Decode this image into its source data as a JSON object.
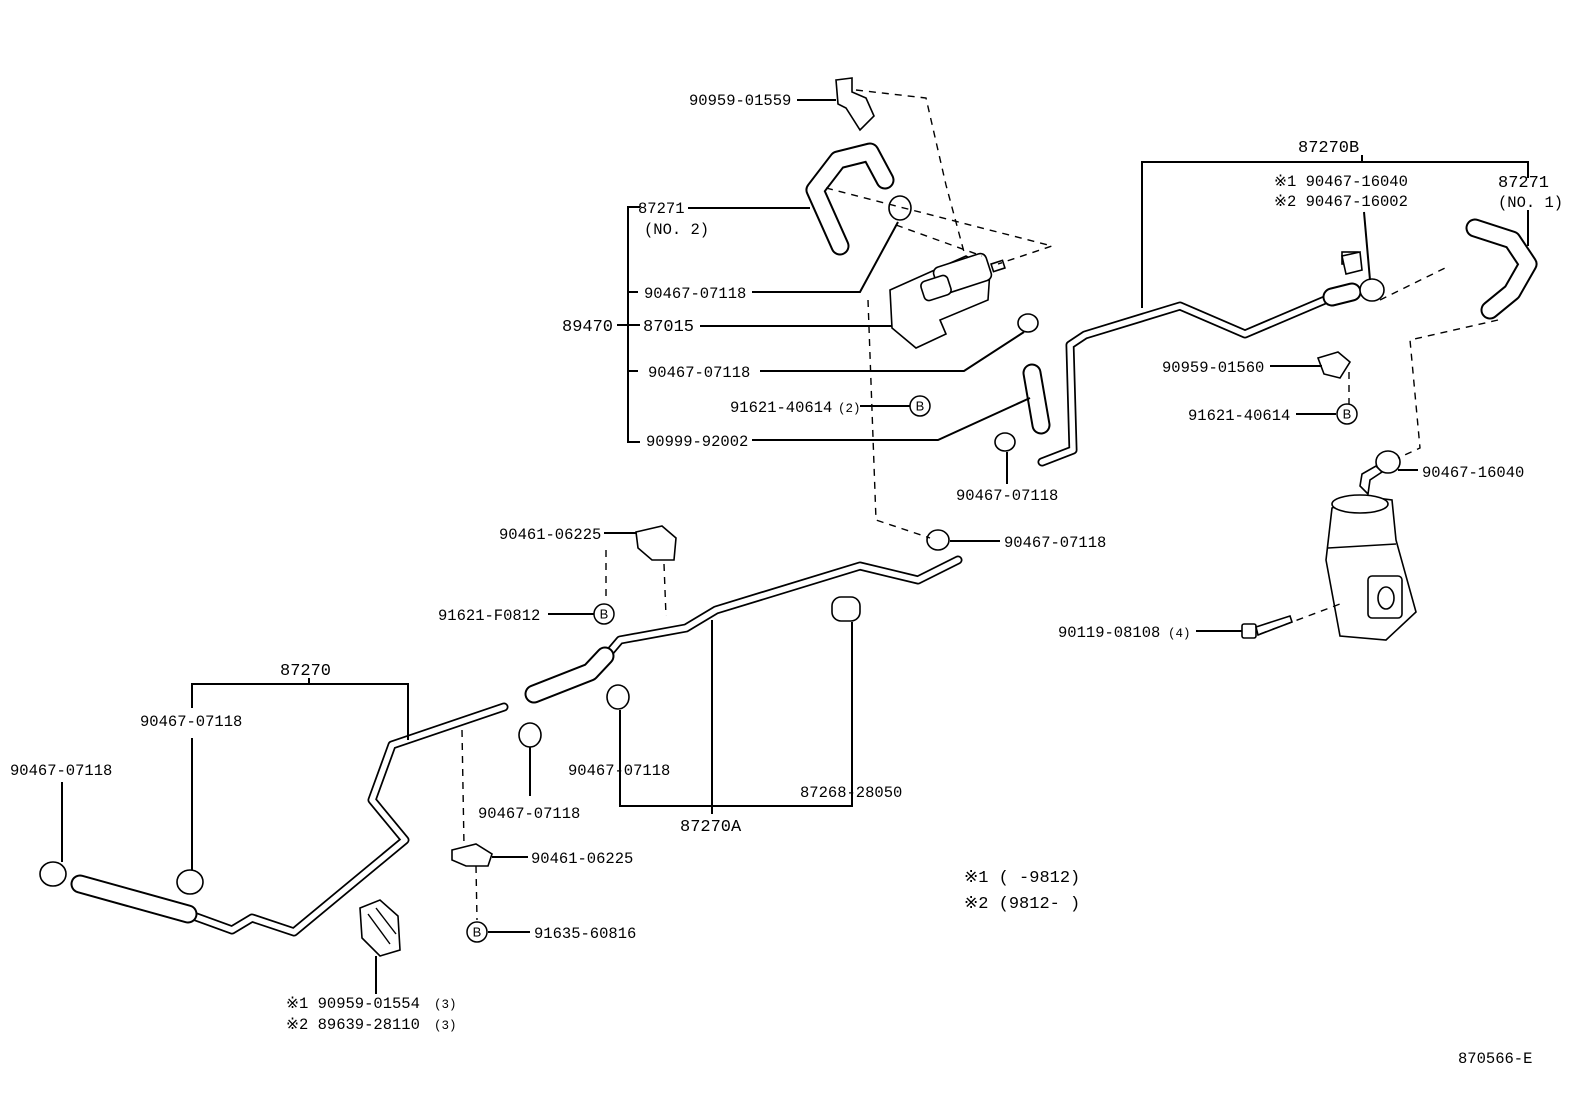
{
  "labels": {
    "p90959_01559": "90959-01559",
    "p87271_no2": "87271",
    "p87271_no2_sub": "(NO. 2)",
    "p90467_07118_a": "90467-07118",
    "p89470": "89470",
    "p87015": "87015",
    "p90467_07118_b": "90467-07118",
    "p91621_40614_2": "91621-40614",
    "p91621_40614_2_qty": "(2)",
    "p90999_92002": "90999-92002",
    "p87270B": "87270B",
    "p90467_16040_top": "※1 90467-16040",
    "p90467_16002": "※2 90467-16002",
    "p87271_no1": "87271",
    "p87271_no1_sub": "(NO. 1)",
    "p90959_01560": "90959-01560",
    "p91621_40614": "91621-40614",
    "p90467_07118_c": "90467-07118",
    "p90467_16040_right": "90467-16040",
    "p90467_07118_d": "90467-07118",
    "p90461_06225_top": "90461-06225",
    "p91621_F0812": "91621-F0812",
    "p90119_08108": "90119-08108",
    "p90119_08108_qty": "(4)",
    "p87270": "87270",
    "p90467_07118_e": "90467-07118",
    "p90467_07118_f": "90467-07118",
    "p90467_07118_g": "90467-07118",
    "p90467_07118_h": "90467-07118",
    "p87268_28050": "87268-28050",
    "p87270A": "87270A",
    "p90461_06225_bottom": "90461-06225",
    "p91635_60816": "91635-60816",
    "p90959_01554": "※1 90959-01554",
    "p90959_01554_qty": "(3)",
    "p89639_28110": "※2 89639-28110",
    "p89639_28110_qty": "(3)",
    "note1": "※1 (     -9812)",
    "note2": "※2 (9812-      )",
    "diagram_code": "870566-E",
    "bolt_mark": "B"
  }
}
